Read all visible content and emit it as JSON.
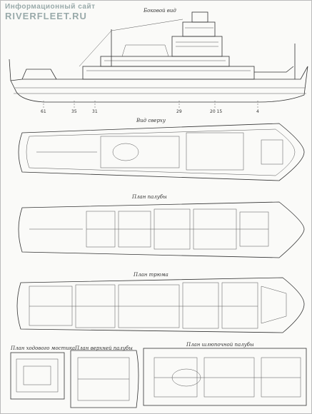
{
  "watermark": {
    "line1": "Информационный сайт",
    "line2": "RIVERFLEET.RU"
  },
  "captions": {
    "side_view": "Боковой вид",
    "top_view": "Вид сверху",
    "deck_plan": "План палубы",
    "hold_plan": "План трюма",
    "wheelhouse_plan": "План ходового мостика",
    "upper_deck_plan": "План верхней палубы",
    "boat_deck_plan": "План шлюпочной палубы"
  },
  "frame_numbers": [
    "61",
    "35",
    "31",
    "29",
    "20 15",
    "4"
  ],
  "colors": {
    "line": "#333333",
    "background": "#fafaf8"
  }
}
